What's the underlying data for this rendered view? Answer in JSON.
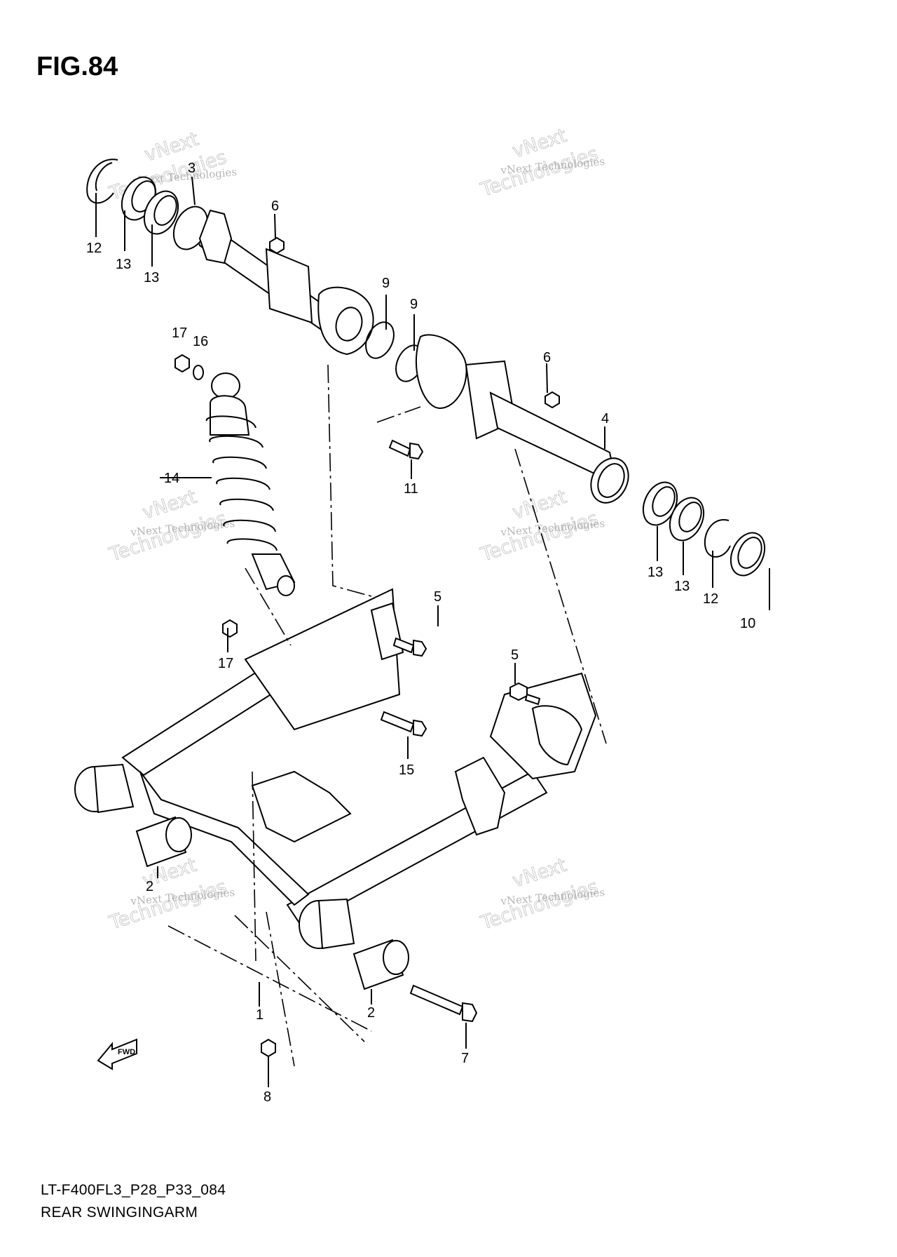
{
  "figure": {
    "title": "FIG.84",
    "code": "LT-F400FL3_P28_P33_084",
    "name": "REAR SWINGINGARM"
  },
  "watermark": {
    "line1": "vNext Technologies",
    "line2": "vNext",
    "line3": "Technologies"
  },
  "fwd_label": "FWD",
  "parts": [
    {
      "id": "p1",
      "label": "1"
    },
    {
      "id": "p2a",
      "label": "2"
    },
    {
      "id": "p2b",
      "label": "2"
    },
    {
      "id": "p3",
      "label": "3"
    },
    {
      "id": "p4",
      "label": "4"
    },
    {
      "id": "p5a",
      "label": "5"
    },
    {
      "id": "p5b",
      "label": "5"
    },
    {
      "id": "p6a",
      "label": "6"
    },
    {
      "id": "p6b",
      "label": "6"
    },
    {
      "id": "p7",
      "label": "7"
    },
    {
      "id": "p8",
      "label": "8"
    },
    {
      "id": "p9a",
      "label": "9"
    },
    {
      "id": "p9b",
      "label": "9"
    },
    {
      "id": "p10",
      "label": "10"
    },
    {
      "id": "p11",
      "label": "11"
    },
    {
      "id": "p12a",
      "label": "12"
    },
    {
      "id": "p12b",
      "label": "12"
    },
    {
      "id": "p13a",
      "label": "13"
    },
    {
      "id": "p13b",
      "label": "13"
    },
    {
      "id": "p13c",
      "label": "13"
    },
    {
      "id": "p13d",
      "label": "13"
    },
    {
      "id": "p14",
      "label": "14"
    },
    {
      "id": "p15",
      "label": "15"
    },
    {
      "id": "p16",
      "label": "16"
    },
    {
      "id": "p17a",
      "label": "17"
    },
    {
      "id": "p17b",
      "label": "17"
    }
  ]
}
